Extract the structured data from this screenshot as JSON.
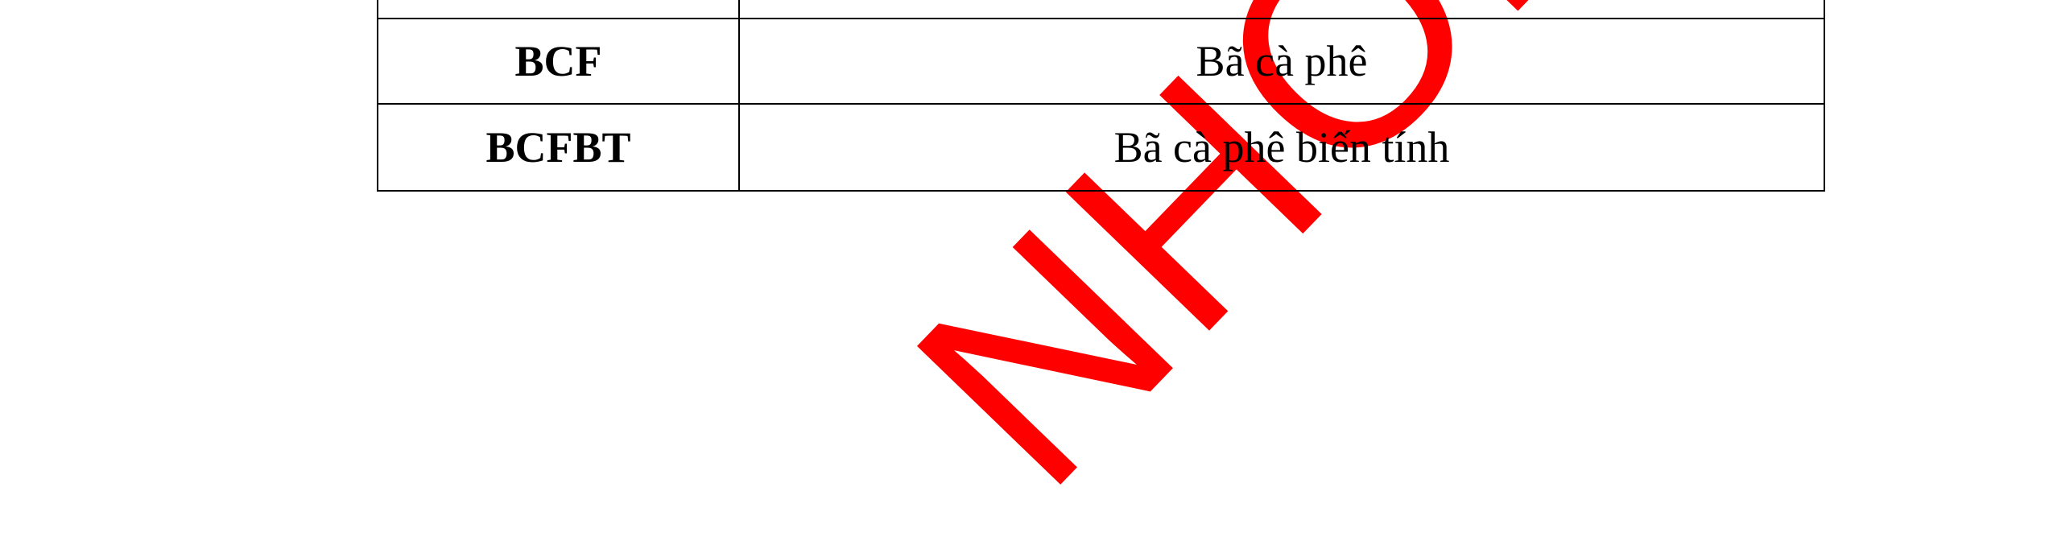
{
  "table": {
    "rows": [
      {
        "abbreviation": "",
        "definition": ""
      },
      {
        "abbreviation": "BCF",
        "definition": "Bã cà phê"
      },
      {
        "abbreviation": "BCFBT",
        "definition": "Bã cà phê biến tính"
      }
    ]
  },
  "watermark": {
    "text": "NHON",
    "color": "#ff0000"
  }
}
